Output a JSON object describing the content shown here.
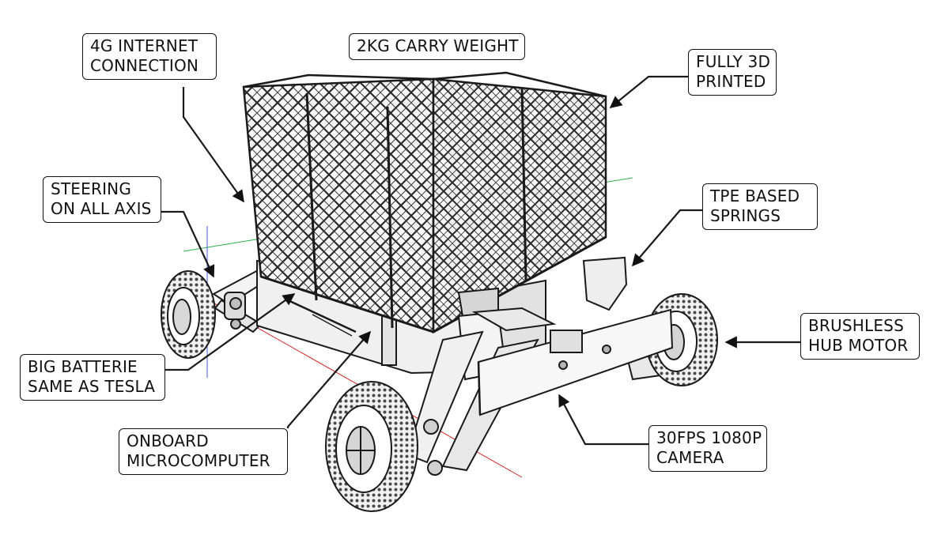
{
  "diagram": {
    "subject": "3D printed delivery robot with lattice cargo basket",
    "line_color": "#1a1a1a",
    "axis_colors": {
      "x": "#d62a2a",
      "y": "#2bb24c",
      "z": "#3b5bd6"
    },
    "callouts": {
      "internet": {
        "lines": [
          "4G INTERNET",
          "CONNECTION"
        ]
      },
      "carry_weight": {
        "lines": [
          "2KG CARRY WEIGHT"
        ]
      },
      "printed": {
        "lines": [
          "FULLY 3D",
          "PRINTED"
        ]
      },
      "steering": {
        "lines": [
          "STEERING",
          "ON ALL AXIS"
        ]
      },
      "springs": {
        "lines": [
          "TPE BASED",
          "SPRINGS"
        ]
      },
      "battery": {
        "lines": [
          "BIG BATTERIE",
          "SAME AS TESLA"
        ]
      },
      "motor": {
        "lines": [
          "BRUSHLESS",
          "HUB MOTOR"
        ]
      },
      "computer": {
        "lines": [
          "ONBOARD",
          "MICROCOMPUTER"
        ]
      },
      "camera": {
        "lines": [
          "30FPS 1080P",
          "CAMERA"
        ]
      }
    }
  }
}
